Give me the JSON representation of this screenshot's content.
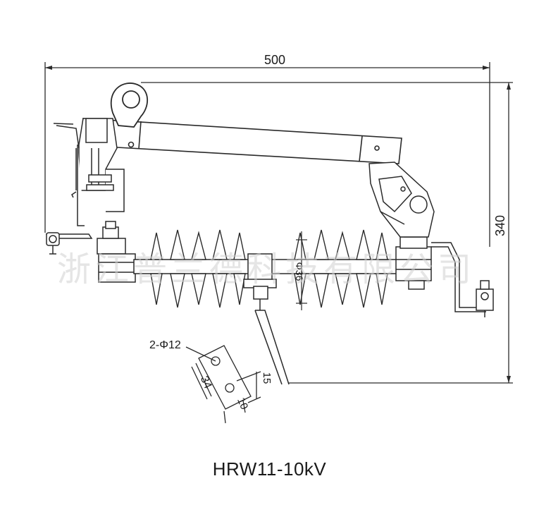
{
  "dimensions": {
    "overall_length": "500",
    "overall_height": "340",
    "mount_holes": "2-Φ12",
    "hole_spacing": "34",
    "slot_offset": "15",
    "slot_width": "10",
    "insulator_dim": "Φ36"
  },
  "caption": "HRW11-10kV",
  "watermark": "浙江普兰德科技有限公司",
  "colors": {
    "line": "#2a2a2a",
    "fill": "#ffffff",
    "watermark": "#cfcfcf"
  }
}
